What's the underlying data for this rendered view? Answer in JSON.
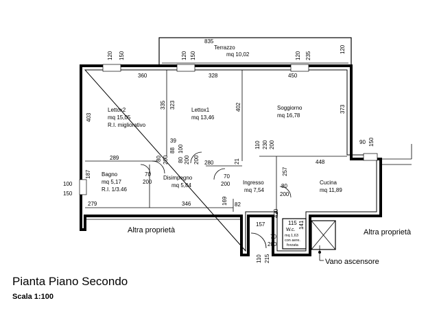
{
  "plan": {
    "title": "Pianta Piano Secondo",
    "scale": "Scala 1:100",
    "rooms": {
      "terrazzo": {
        "name": "Terrazzo",
        "area": "mq 10,02"
      },
      "letto2": {
        "name": "Lettox2",
        "area": "mq 15,05",
        "note": "R.I. migliorativo"
      },
      "letto1": {
        "name": "Lettox1",
        "area": "mq 13,46"
      },
      "soggiorno": {
        "name": "Soggiorno",
        "area": "mq 16,78"
      },
      "bagno": {
        "name": "Bagno",
        "area": "mq 5,17",
        "note": "R.I. 1/3.46"
      },
      "disimpegno": {
        "name": "Disimpegno",
        "area": "mq 5,84"
      },
      "ingresso": {
        "name": "Ingresso",
        "area": "mq 7,54"
      },
      "cucina": {
        "name": "Cucina",
        "area": "mq 11,89"
      },
      "wc": {
        "name": "W.c.",
        "area": "mq 1,63",
        "note1": "con aere.",
        "note2": "forzata"
      }
    },
    "labels": {
      "altra_left": "Altra proprietà",
      "altra_right": "Altra proprietà",
      "vano": "Vano ascensore"
    },
    "dims": {
      "d835": "835",
      "d120a": "120",
      "d150a": "150",
      "d120b": "120",
      "d150b": "150",
      "d120c": "120",
      "d235": "235",
      "d120d": "120",
      "d360": "360",
      "d328": "328",
      "d450": "450",
      "d403": "403",
      "d335": "335",
      "d323": "323",
      "d402": "402",
      "d373": "373",
      "d289": "289",
      "d39": "39",
      "d80a": "80",
      "d200a": "200",
      "d88": "88",
      "d100a": "100",
      "d80b": "80",
      "d200b": "200",
      "d200c": "200",
      "d280": "280",
      "d21": "21",
      "d110a": "110",
      "d230": "230",
      "d200d": "200",
      "d90": "90",
      "d150c": "150",
      "d257": "257",
      "d448": "448",
      "d100b": "100",
      "d150d": "150",
      "d187": "187",
      "d70a": "70",
      "d200e": "200",
      "d70b": "70",
      "d200f": "200",
      "d80c": "80",
      "d200g": "200",
      "d279": "279",
      "d346": "346",
      "d169": "169",
      "d82": "82",
      "d420": "420",
      "d115": "115",
      "d141": "141",
      "d157": "157",
      "d70c": "70",
      "d200h": "200",
      "d110b": "110",
      "d215": "215"
    }
  }
}
